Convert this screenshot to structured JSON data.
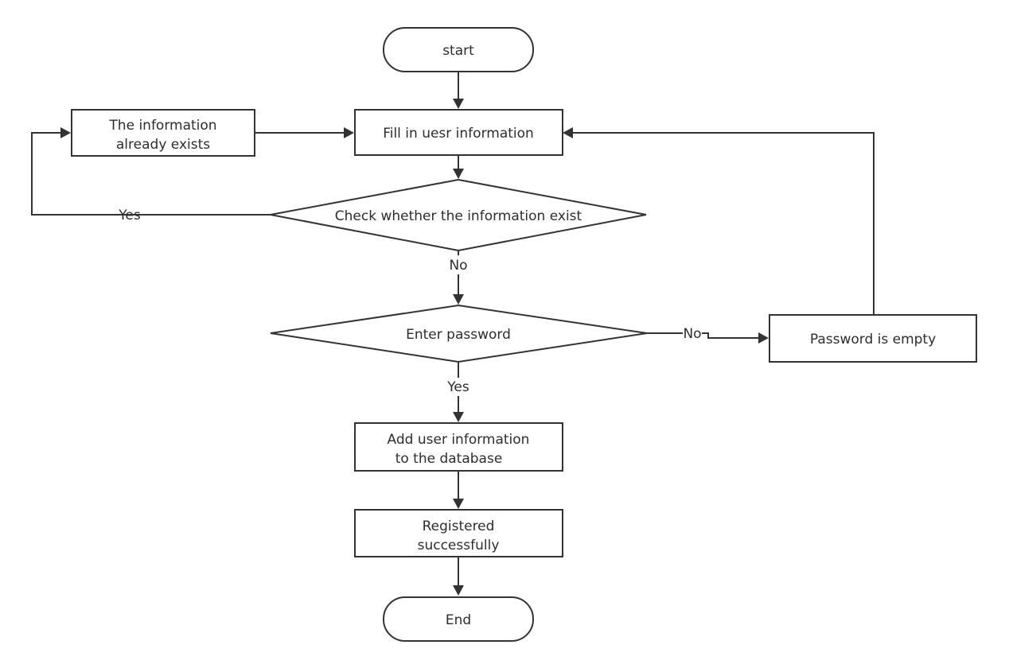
{
  "nodes": {
    "start": "start",
    "fill_info": "Fill in uesr information",
    "exists_msg": [
      "The information",
      "already exists"
    ],
    "check_exist": "Check whether the information exist",
    "enter_password": "Enter password",
    "password_empty": "Password is empty",
    "add_user": [
      "Add user information",
      "to the database"
    ],
    "registered": [
      "Registered",
      "successfully"
    ],
    "end": "End"
  },
  "edges": {
    "yes_exists": "Yes",
    "no_exists": "No",
    "no_password": "No",
    "yes_password": "Yes"
  }
}
